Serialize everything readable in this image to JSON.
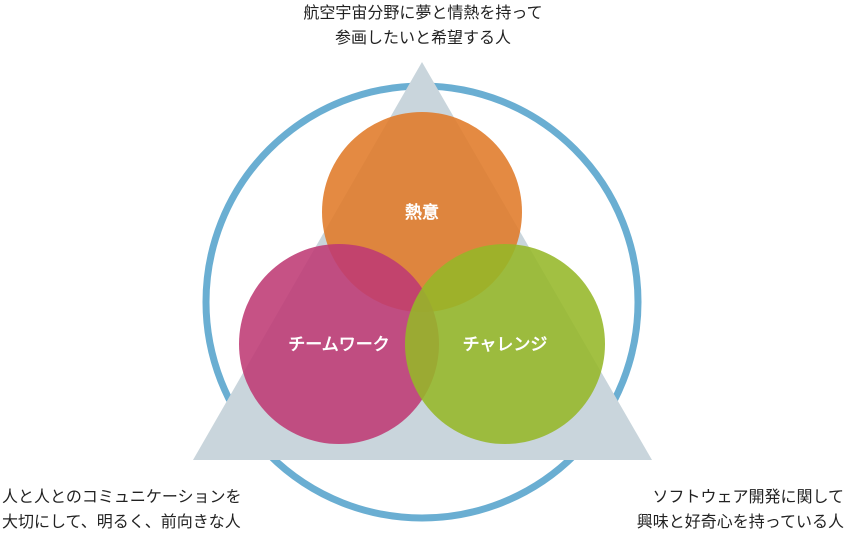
{
  "captions": {
    "top": {
      "line1": "航空宇宙分野に夢と情熱を持って",
      "line2": "参画したいと希望する人"
    },
    "bottom_left": {
      "line1": "人と人とのコミュニケーションを",
      "line2": "大切にして、明るく、前向きな人"
    },
    "bottom_right": {
      "line1": "ソフトウェア開発に関して",
      "line2": "興味と好奇心を持っている人"
    }
  },
  "circles": {
    "top": {
      "label": "熱意",
      "color": "#e07a28"
    },
    "left": {
      "label": "チームワーク",
      "color": "#be3a74"
    },
    "right": {
      "label": "チャレンジ",
      "color": "#95b728"
    }
  },
  "colors": {
    "outer_ring": "#6aaed2",
    "triangle": "#c9d5dc",
    "text": "#222222",
    "circle_text": "#ffffff"
  }
}
